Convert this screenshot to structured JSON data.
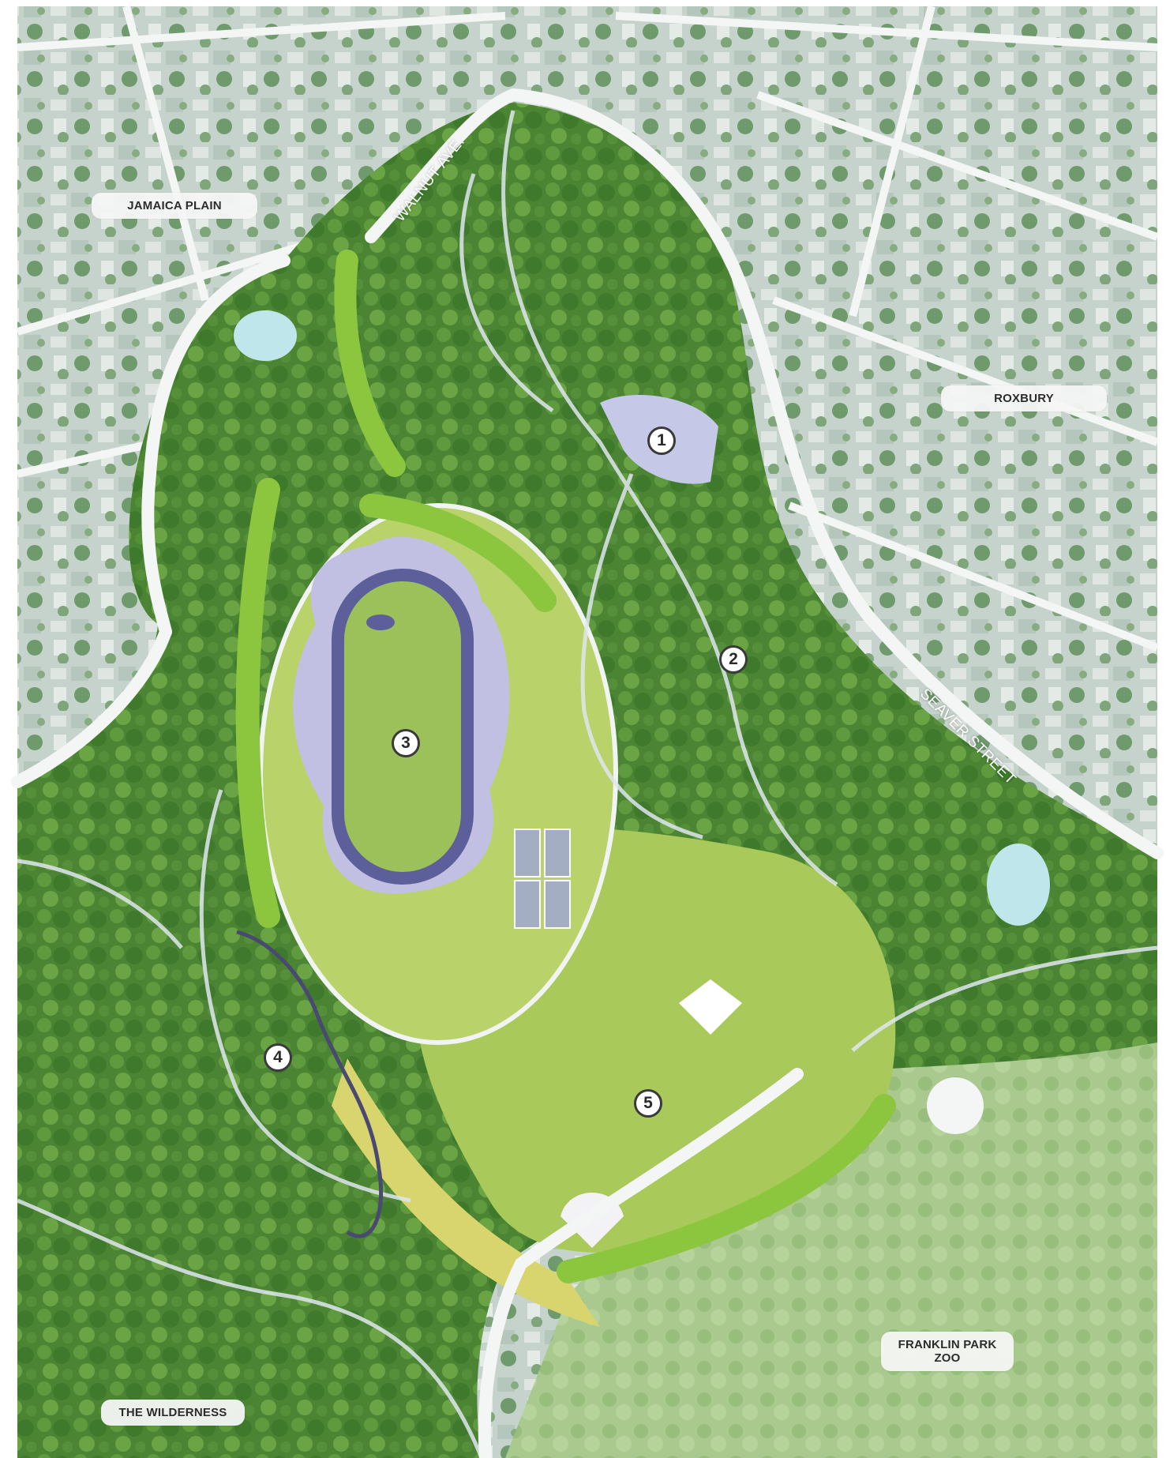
{
  "map": {
    "neighborhood_labels": [
      {
        "id": "jamaica-plain",
        "text": "JAMAICA PLAIN"
      },
      {
        "id": "roxbury",
        "text": "ROXBURY"
      },
      {
        "id": "franklin-park-zoo",
        "text": "FRANKLIN PARK\nZOO"
      },
      {
        "id": "the-wilderness",
        "text": "THE WILDERNESS"
      }
    ],
    "street_labels": [
      {
        "id": "walnut-ave",
        "text": "WALNUT AVE."
      },
      {
        "id": "seaver-street",
        "text": "SEAVER STREET"
      }
    ],
    "markers": [
      "1",
      "2",
      "3",
      "4",
      "5"
    ],
    "colors": {
      "urban_background": "#c9d6cf",
      "road": "#f2f4f3",
      "park_forest": "#4f8a36",
      "park_lawn": "#a9c95a",
      "meadow_yellow": "#d6d36a",
      "stadium": "#b8b6dc",
      "track": "#5c5f9a",
      "marker_border": "#3a3a3a"
    }
  }
}
